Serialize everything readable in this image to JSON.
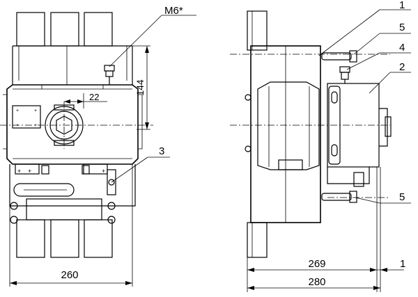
{
  "drawing": {
    "dimensions": {
      "front_width": "260",
      "bracket_height": "144",
      "center_offset": "22",
      "side_width_inner": "269",
      "side_width_outer": "280",
      "side_gap": "1"
    },
    "labels": {
      "bolt_spec": "M6*",
      "callout_1": "1",
      "callout_2": "2",
      "callout_3": "3",
      "callout_4": "4",
      "callout_5_top": "5",
      "callout_5_bottom": "5"
    }
  }
}
